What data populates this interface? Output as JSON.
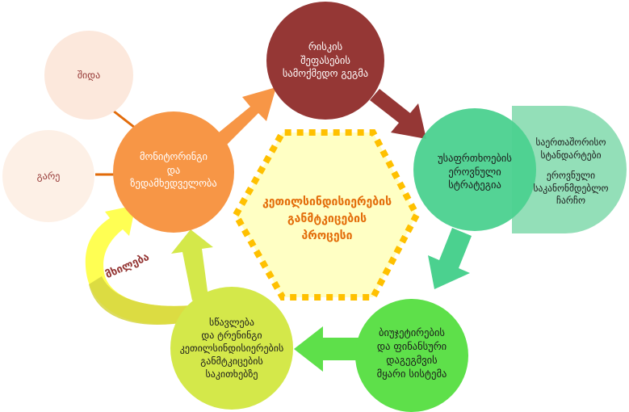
{
  "center": {
    "lines": [
      "კეთილსინდისიერების",
      "განმტკიცების",
      "პროცესი"
    ]
  },
  "risk": {
    "lines": [
      "რისკის",
      "შეფასების",
      "სამოქმედო გეგმა"
    ]
  },
  "strategy": {
    "lines": [
      "უსაფრთხოების",
      "ეროვნული",
      "სტრატეგია"
    ]
  },
  "side_box": {
    "lines": [
      "საერთაშორისო",
      "სტანდარტები",
      "ეროვნული",
      "საკანონმდებლო",
      "ჩარჩო"
    ]
  },
  "budget": {
    "lines": [
      "ბიუჯეტირების",
      "და ფინანსური",
      "დაგეგმვის",
      "მყარი სისტემა"
    ]
  },
  "training": {
    "lines": [
      "სწავლება",
      "და ტრენინგი",
      "კეთილსინდისიერების",
      "განმტკიცების",
      "საკითხებზე"
    ]
  },
  "monitoring": {
    "lines": [
      "მონიტორინგი",
      "და",
      "ზედამხედველობა"
    ]
  },
  "internal": {
    "label": "შიდა"
  },
  "external": {
    "label": "გარე"
  },
  "disclosure": {
    "label": "მხილება"
  },
  "colors": {
    "orange": "#f79646",
    "maroon": "#953735",
    "teal": "#4bd18f",
    "teal_light": "#93dfb8",
    "green": "#5ee04a",
    "lime": "#d4e84a",
    "yellow": "#ffff40",
    "hex_fill": "#ffffc4",
    "hex_border": "#ffc000"
  }
}
